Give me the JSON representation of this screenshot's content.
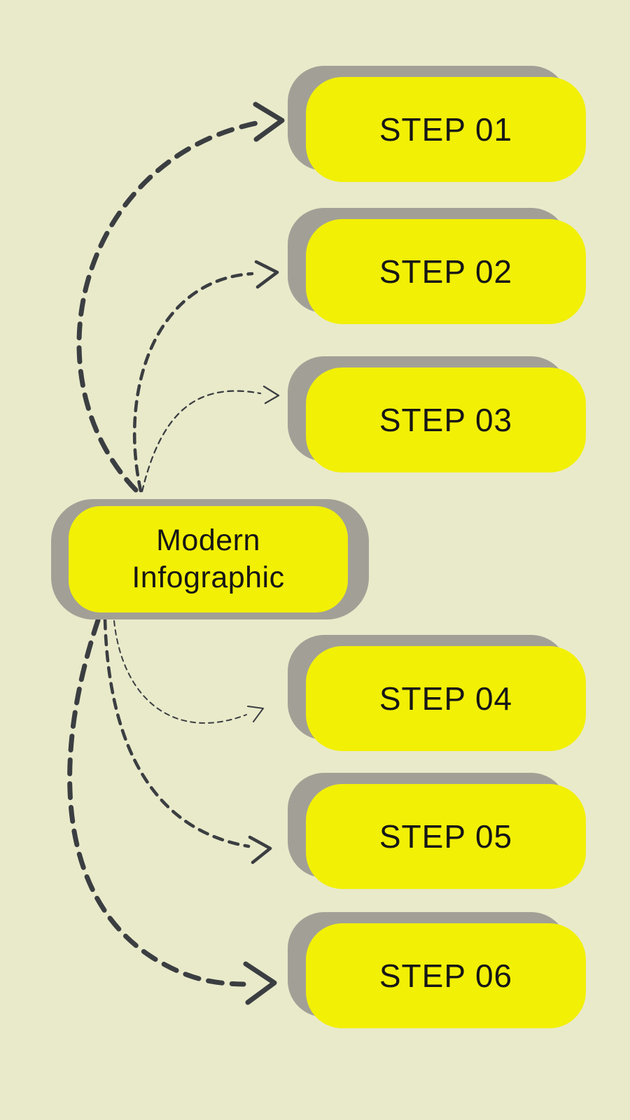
{
  "title": {
    "line1": "Modern",
    "line2": "Infographic"
  },
  "steps": [
    {
      "label": "STEP 01"
    },
    {
      "label": "STEP 02"
    },
    {
      "label": "STEP 03"
    },
    {
      "label": "STEP 04"
    },
    {
      "label": "STEP 05"
    },
    {
      "label": "STEP 06"
    }
  ],
  "colors": {
    "bg": "#e9eaca",
    "accent": "#f2f005",
    "shadow": "#a2a096",
    "arrow": "#3b3e41",
    "text": "#161616"
  }
}
